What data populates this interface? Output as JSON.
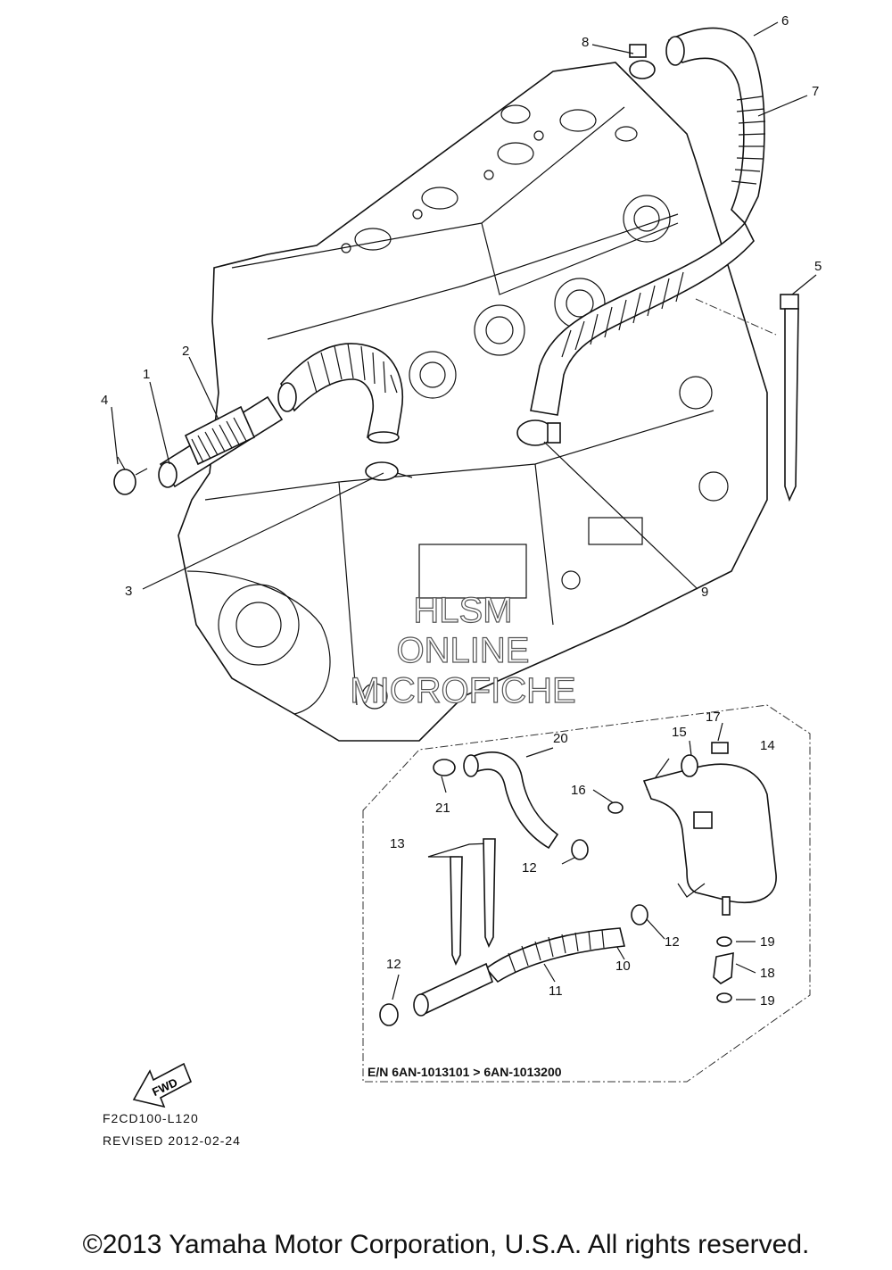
{
  "callouts": [
    {
      "id": "c1",
      "text": "1"
    },
    {
      "id": "c2",
      "text": "2"
    },
    {
      "id": "c3",
      "text": "3"
    },
    {
      "id": "c4",
      "text": "4"
    },
    {
      "id": "c5",
      "text": "5"
    },
    {
      "id": "c6",
      "text": "6"
    },
    {
      "id": "c7",
      "text": "7"
    },
    {
      "id": "c8",
      "text": "8"
    },
    {
      "id": "c9",
      "text": "9"
    },
    {
      "id": "c10",
      "text": "10"
    },
    {
      "id": "c11",
      "text": "11"
    },
    {
      "id": "c12a",
      "text": "12"
    },
    {
      "id": "c12b",
      "text": "12"
    },
    {
      "id": "c12c",
      "text": "12"
    },
    {
      "id": "c13",
      "text": "13"
    },
    {
      "id": "c14",
      "text": "14"
    },
    {
      "id": "c15",
      "text": "15"
    },
    {
      "id": "c16",
      "text": "16"
    },
    {
      "id": "c17",
      "text": "17"
    },
    {
      "id": "c18",
      "text": "18"
    },
    {
      "id": "c19a",
      "text": "19"
    },
    {
      "id": "c19b",
      "text": "19"
    },
    {
      "id": "c20",
      "text": "20"
    },
    {
      "id": "c21",
      "text": "21"
    }
  ],
  "watermark": {
    "line1": "HLSM",
    "line2": "ONLINE",
    "line3": "MICROFICHE"
  },
  "serial_note": "E/N 6AN-1013101 > 6AN-1013200",
  "fwd_label": "FWD",
  "diagram_code": "F2CD100-L120",
  "revised": "REVISED 2012-02-24",
  "copyright": "©2013 Yamaha Motor Corporation, U.S.A. All rights reserved."
}
